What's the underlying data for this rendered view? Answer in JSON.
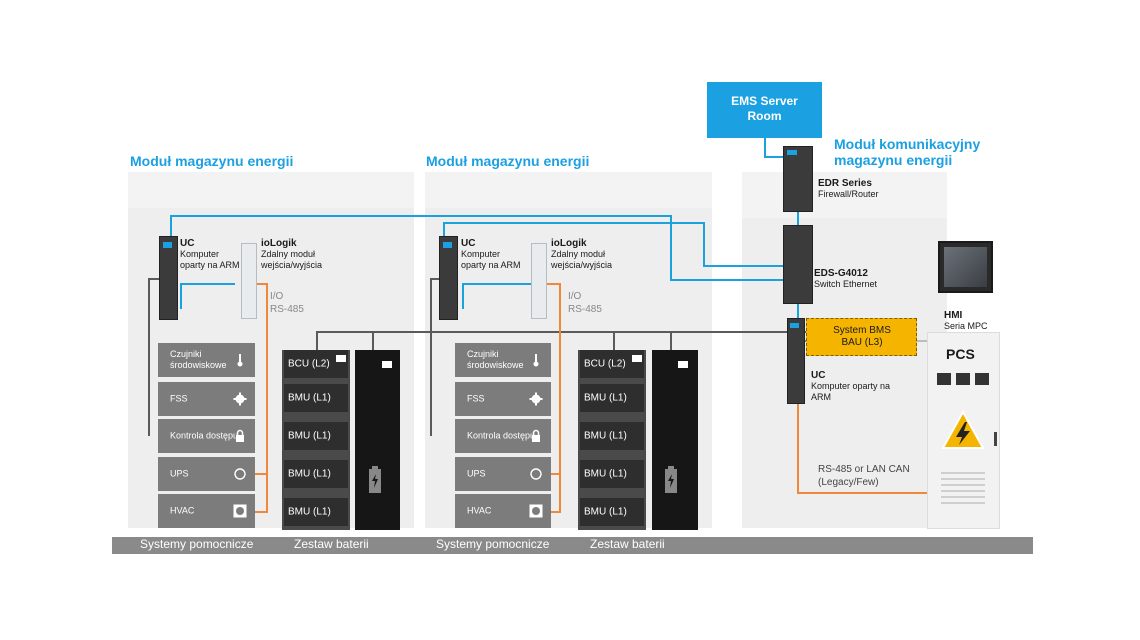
{
  "module_titles": [
    "Moduł magazynu energii",
    "Moduł magazynu energii"
  ],
  "comm_module_title": "Moduł komunikacyjny magazynu energii",
  "ems": "EMS Server Room",
  "uc": {
    "name": "UC",
    "desc": "Komputer oparty na ARM"
  },
  "iologik": {
    "name": "ioLogik",
    "desc": "Zdalny moduł wejścia/wyjścia"
  },
  "io_label": "I/O",
  "rs485": "RS-485",
  "aux_blocks": [
    "Czujniki środowiskowe",
    "FSS",
    "Kontrola dostępu",
    "UPS",
    "HVAC"
  ],
  "bcu": "BCU (L2)",
  "bmu": "BMU (L1)",
  "floor_labels": {
    "aux": "Systemy pomocnicze",
    "battery": "Zestaw baterii"
  },
  "edr": {
    "name": "EDR Series",
    "desc": "Firewall/Router"
  },
  "eds": {
    "name": "EDS-G4012",
    "desc": "Switch Ethernet"
  },
  "bms": "System BMS BAU (L3)",
  "uc3": {
    "name": "UC",
    "desc": "Komputer oparty na ARM"
  },
  "hmi": {
    "name": "HMI",
    "desc": "Seria MPC"
  },
  "pcs": "PCS",
  "link_label": "RS-485 or LAN CAN (Legacy/Few)",
  "icons": [
    "thermometer-icon",
    "gear-icon",
    "lock-icon",
    "refresh-icon",
    "fan-icon",
    "battery-icon",
    "high-voltage-icon"
  ],
  "colors": {
    "accent": "#1ba0e2",
    "ethernet": "#1aa2dc",
    "serial": "#f0883c",
    "bms": "#f4b400"
  }
}
